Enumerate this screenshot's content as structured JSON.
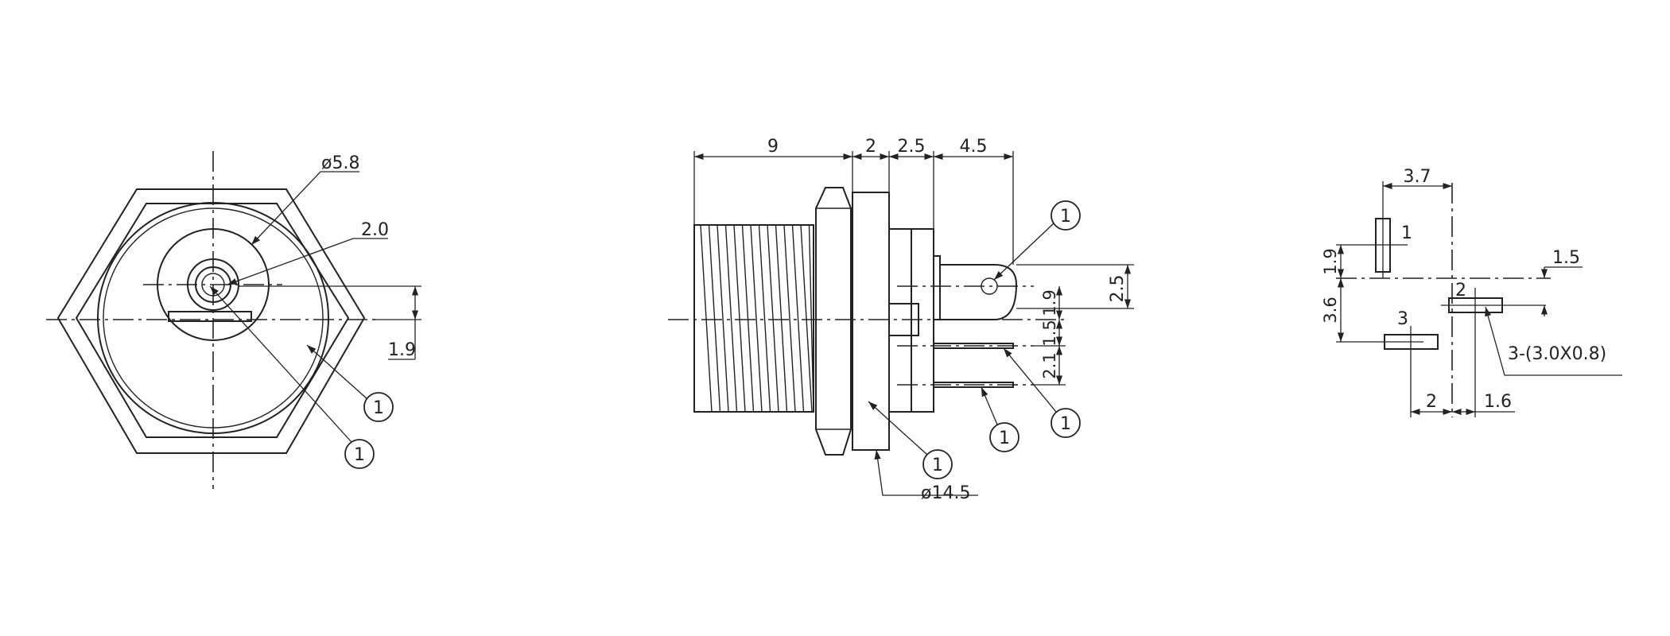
{
  "front_view": {
    "dim_bore_diameter": "ø5.8",
    "dim_pin_diameter": "2.0",
    "dim_pin_offset": "1.9",
    "callout_a": "1",
    "callout_b": "1"
  },
  "side_view": {
    "dim_thread_length": "9",
    "dim_nut_width": "2",
    "dim_flange_step": "2.5",
    "dim_terminal_length": "4.5",
    "dim_terminal_height": "2.5",
    "dim_spacing_a": "1.9",
    "dim_spacing_b": "1.5",
    "dim_spacing_c": "2.1",
    "dim_flange_diameter": "ø14.5",
    "callout_top": "1",
    "callout_mid": "1",
    "callout_low": "1",
    "callout_bottom": "1"
  },
  "footprint": {
    "dim_width": "3.7",
    "dim_pad1_offset": "1.9",
    "dim_pad2_offset": "1.5",
    "dim_vertical_spacing": "3.6",
    "dim_pad3_offset": "2",
    "dim_pad2_width": "1.6",
    "slot_note": "3-(3.0X0.8)",
    "pad1_label": "1",
    "pad2_label": "2",
    "pad3_label": "3"
  }
}
